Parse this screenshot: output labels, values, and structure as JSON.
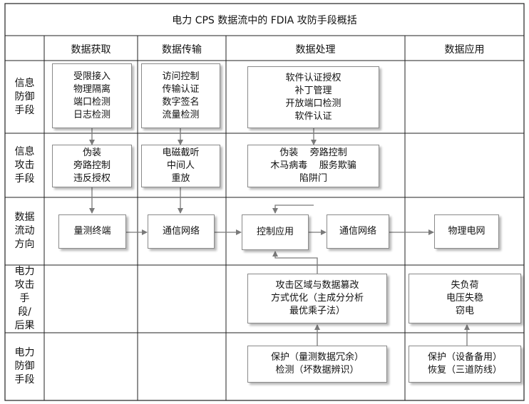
{
  "title": "电力 CPS 数据流中的 FDIA 攻防手段概括",
  "columns": [
    "数据获取",
    "数据传输",
    "数据处理",
    "数据应用"
  ],
  "rows": [
    "信息防御手段",
    "信息攻击手段",
    "数据流动方向",
    "电力攻击手段/后果",
    "电力防御手段"
  ],
  "boxes": {
    "acq_defense": [
      "受限接入",
      "物理隔离",
      "端口检测",
      "日志检测"
    ],
    "trans_defense": [
      "访问控制",
      "传输认证",
      "数字签名",
      "流量检测"
    ],
    "proc_defense": [
      "软件认证授权",
      "补丁管理",
      "开放端口检测",
      "软件认证"
    ],
    "acq_attack": [
      "伪装",
      "旁路控制",
      "违反授权"
    ],
    "trans_attack": [
      "电磁截听",
      "中间人",
      "重放"
    ],
    "proc_attack": [
      "伪装    旁路控制",
      "木马病毒    服务欺骗",
      "陷阱门"
    ],
    "flow_terminal": "量测终端",
    "flow_network1": "通信网络",
    "flow_control": "控制应用",
    "flow_network2": "通信网络",
    "flow_grid": "物理电网",
    "proc_power_attack": [
      "攻击区域与数据篡改",
      "方式优化（主成分分析",
      "最优乘子法）"
    ],
    "app_power_attack": [
      "失负荷",
      "电压失稳",
      "窃电"
    ],
    "proc_power_defense": [
      "保护（量测数据冗余）",
      "检测（坏数据辨识）"
    ],
    "app_power_defense": [
      "保护（设备备用）",
      "恢复（三道防线）"
    ]
  }
}
